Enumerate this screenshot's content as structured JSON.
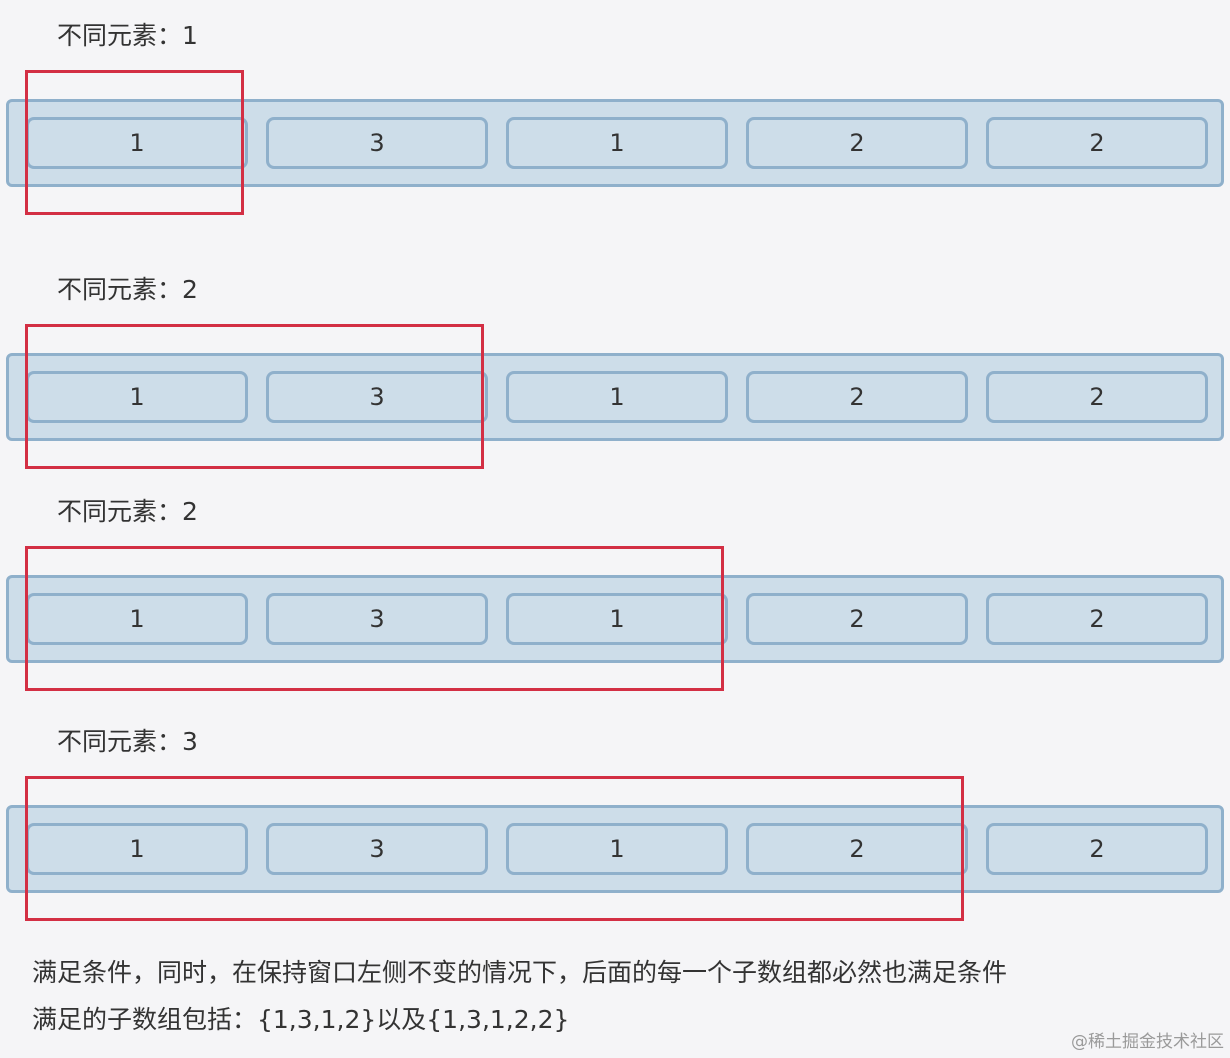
{
  "rows": [
    {
      "label": "不同元素：1",
      "values": [
        "1",
        "3",
        "1",
        "2",
        "2"
      ],
      "window_cells": 1
    },
    {
      "label": "不同元素：2",
      "values": [
        "1",
        "3",
        "1",
        "2",
        "2"
      ],
      "window_cells": 2
    },
    {
      "label": "不同元素：2",
      "values": [
        "1",
        "3",
        "1",
        "2",
        "2"
      ],
      "window_cells": 3
    },
    {
      "label": "不同元素：3",
      "values": [
        "1",
        "3",
        "1",
        "2",
        "2"
      ],
      "window_cells": 4
    }
  ],
  "notes": {
    "line1": "满足条件，同时，在保持窗口左侧不变的情况下，后面的每一个子数组都必然也满足条件",
    "line2": "满足的子数组包括：{1,3,1,2}以及{1,3,1,2,2}"
  },
  "watermark": "@稀土掘金技术社区",
  "colors": {
    "cell_fill": "#cddde9",
    "cell_border": "#8fb0cb",
    "window_border": "#d32f44",
    "background": "#f5f5f7"
  }
}
